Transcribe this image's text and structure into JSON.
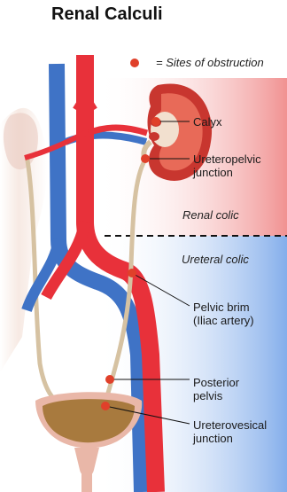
{
  "title": "Renal Calculi",
  "legend": {
    "text": "= Sites of obstruction",
    "marker_color": "#e0402a"
  },
  "regions": {
    "upper": "Renal colic",
    "lower": "Ureteral colic"
  },
  "labels": {
    "calyx": [
      "Calyx"
    ],
    "ureteropelvic": [
      "Ureteropelvic",
      "junction"
    ],
    "pelvic_brim": [
      "Pelvic brim",
      "(Iliac artery)"
    ],
    "posterior_pelvis": [
      "Posterior",
      "pelvis"
    ],
    "ureterovesical": [
      "Ureterovesical",
      "junction"
    ]
  },
  "colors": {
    "artery": "#e8313a",
    "vein": "#3f73c6",
    "ureter": "#d8c4a4",
    "kidney": "#c8362f",
    "bladder": "#a87a3e",
    "renal_zone": "#f3a0a0",
    "ureteral_zone": "#8fb7ec"
  }
}
